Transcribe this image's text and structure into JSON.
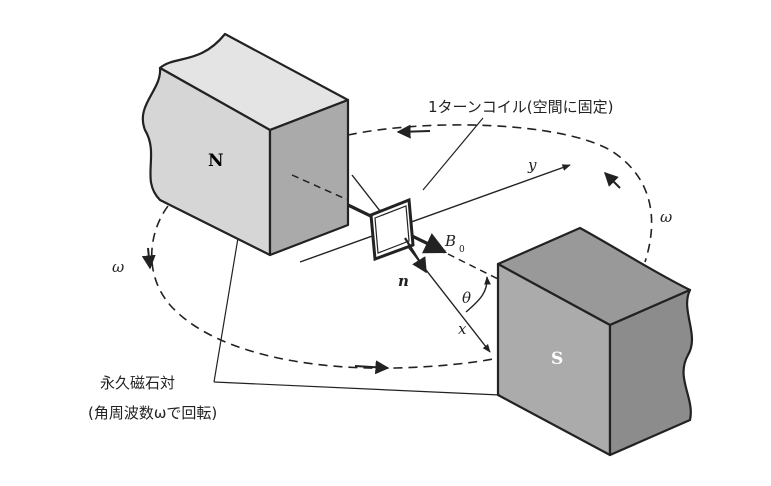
{
  "labels": {
    "coil": "1ターンコイル(空間に固定)",
    "magnets_line1": "永久磁石対",
    "magnets_line2": "(角周波数ωで回転)",
    "north": "N",
    "south": "S",
    "omega_left": "ω",
    "omega_right": "ω",
    "field_symbol": "B",
    "field_subscript": "0",
    "normal_vector": "n",
    "angle": "θ",
    "axis_x": "x",
    "axis_y": "y"
  },
  "colors": {
    "magnet_n_front": "#d6d6d6",
    "magnet_n_side": "#aaaaaa",
    "magnet_n_top": "#e4e4e4",
    "magnet_s_front": "#ababab",
    "magnet_s_side": "#8c8c8c",
    "magnet_s_top": "#999999",
    "ink": "#222222"
  }
}
